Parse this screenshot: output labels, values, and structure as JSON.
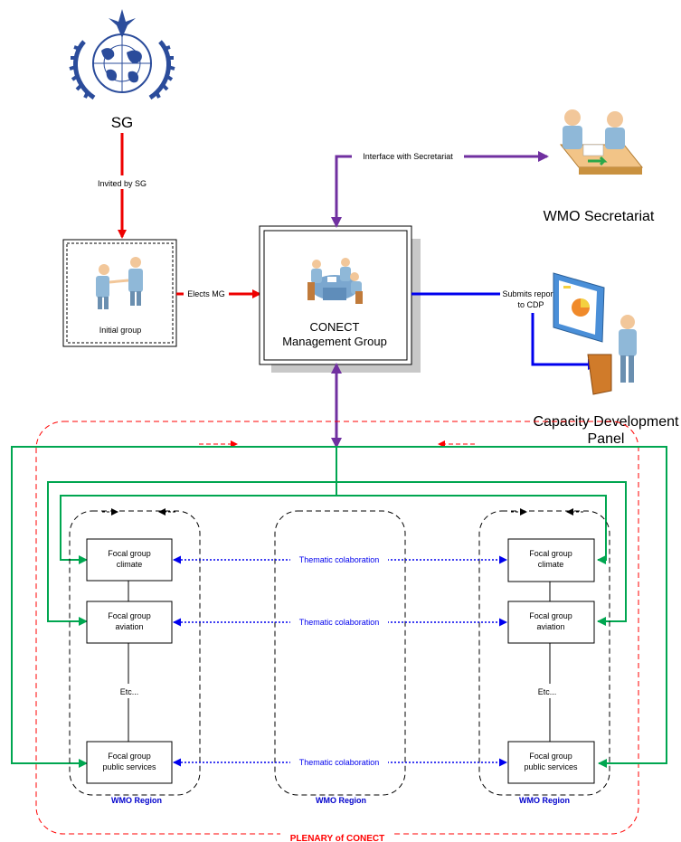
{
  "sg": {
    "label": "SG",
    "edge_label": "Invited by SG"
  },
  "initial_group": {
    "label": "Initial group",
    "edge_label": "Elects MG"
  },
  "management_group": {
    "line1": "CONECT",
    "line2": "Management Group"
  },
  "secretariat": {
    "label": "WMO Secretariat",
    "edge_label": "Interface with Secretariat"
  },
  "cdp": {
    "line1": "Capacity Development",
    "line2": "Panel",
    "edge_line1": "Submits reports",
    "edge_line2": "to CDP"
  },
  "focal_left": {
    "climate": [
      "Focal group",
      "climate"
    ],
    "aviation": [
      "Focal group",
      "aviation"
    ],
    "etc": "Etc...",
    "public": [
      "Focal group",
      "public services"
    ],
    "region": "WMO Region"
  },
  "focal_middle": {
    "region": "WMO Region"
  },
  "focal_right": {
    "climate": [
      "Focal group",
      "climate"
    ],
    "aviation": [
      "Focal group",
      "aviation"
    ],
    "etc": "Etc...",
    "public": [
      "Focal group",
      "public services"
    ],
    "region": "WMO Region"
  },
  "thematic": [
    "Thematic colaboration",
    "Thematic colaboration",
    "Thematic colaboration"
  ],
  "plenary": "PLENARY of CONECT",
  "colors": {
    "red": "#ee0000",
    "purple": "#7030a0",
    "blue": "#0000ee",
    "green": "#00a650",
    "region_label": "#0000cc",
    "plenary": "#ff0000"
  }
}
